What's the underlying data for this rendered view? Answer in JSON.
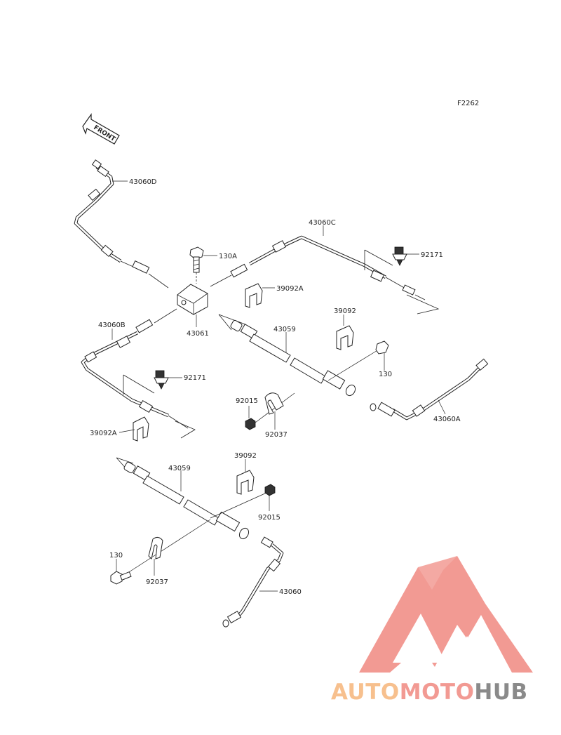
{
  "figure_id": "F2262",
  "front_label": "FRONT",
  "callouts": {
    "c_43060D": "43060D",
    "c_43060C": "43060C",
    "c_130A": "130A",
    "c_92171_top": "92171",
    "c_39092A_top": "39092A",
    "c_39092_top": "39092",
    "c_43059_top": "43059",
    "c_43061": "43061",
    "c_43060B": "43060B",
    "c_130_top": "130",
    "c_92171_mid": "92171",
    "c_92015_top": "92015",
    "c_92037_top": "92037",
    "c_43060A": "43060A",
    "c_39092A_bot": "39092A",
    "c_39092_bot": "39092",
    "c_43059_bot": "43059",
    "c_92015_bot": "92015",
    "c_130_bot": "130",
    "c_92037_bot": "92037",
    "c_43060": "43060"
  },
  "watermark": {
    "text_part1": "AUTO",
    "text_part2": "MOTO",
    "text_part3": "HUB",
    "color_orange": "#f7c08e",
    "color_red": "#f29a93",
    "color_gray": "#8a8a8a"
  }
}
